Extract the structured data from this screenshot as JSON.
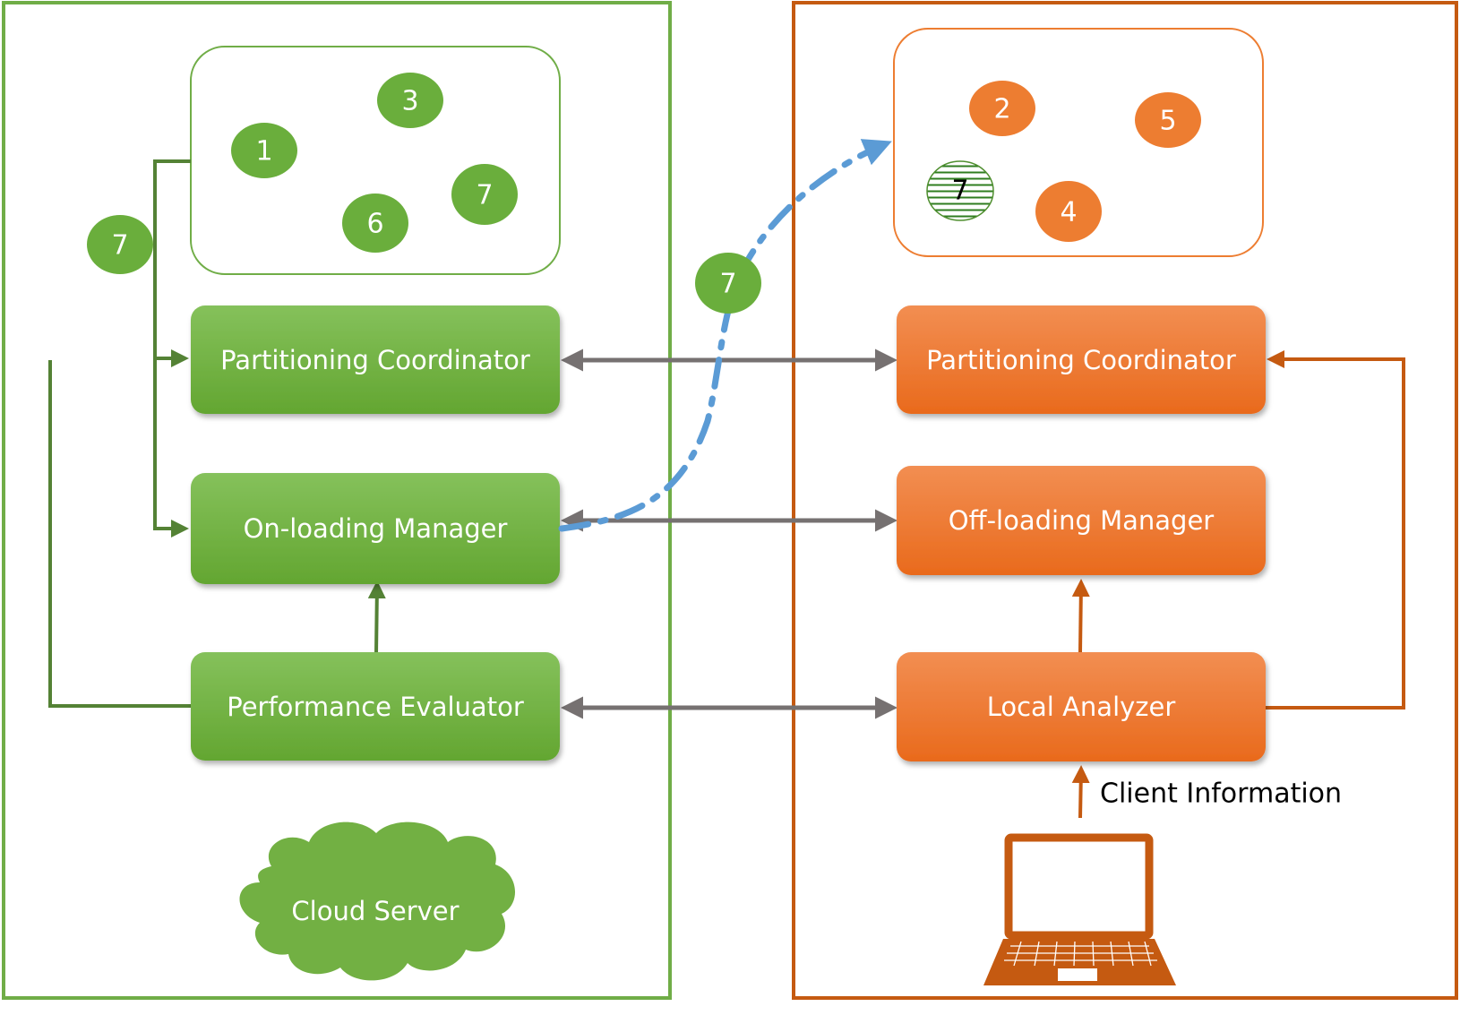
{
  "cloud_side": {
    "label": "Cloud Server",
    "color": "#70ad47",
    "pool_items": [
      "1",
      "3",
      "6",
      "7"
    ],
    "transfer_badge": "7",
    "components": {
      "partitioning_coordinator": "Partitioning Coordinator",
      "onloading_manager": "On-loading Manager",
      "performance_evaluator": "Performance Evaluator"
    }
  },
  "client_side": {
    "color": "#c55a11",
    "pool_items": [
      "2",
      "5",
      "4"
    ],
    "received_item": "7",
    "components": {
      "partitioning_coordinator": "Partitioning Coordinator",
      "offloading_manager": "Off-loading Manager",
      "local_analyzer": "Local Analyzer"
    },
    "client_information": "Client Information"
  },
  "migration_badge": "7",
  "connector_color": "#767171",
  "migration_color": "#5b9bd5"
}
